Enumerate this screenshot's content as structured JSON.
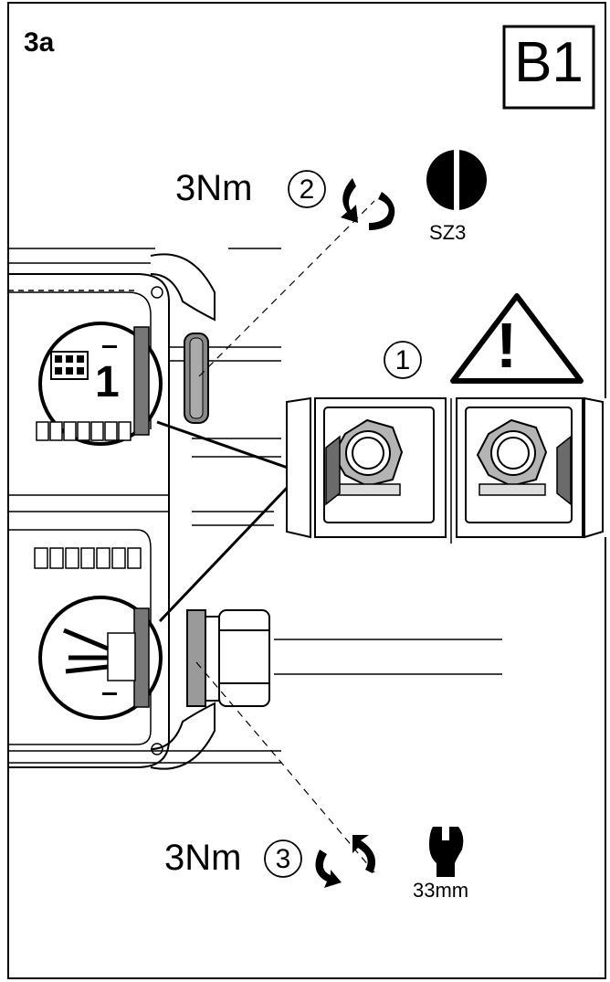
{
  "step": {
    "label": "3a"
  },
  "section": {
    "label": "B1"
  },
  "step2": {
    "number": "2",
    "torque": "3Nm",
    "tool": "SZ3",
    "tool_icon": "slotted-screwdriver-icon"
  },
  "step3": {
    "number": "3",
    "torque": "3Nm",
    "tool": "33mm",
    "tool_icon": "open-wrench-icon"
  },
  "step1": {
    "number": "1",
    "icon": "warning-triangle-icon",
    "symbol": "!"
  },
  "detail": {
    "label": "1"
  },
  "colors": {
    "line": "#000000",
    "fill": "#ffffff",
    "part_gray": "#b4b4b4",
    "dark_gray": "#6b6b6b"
  }
}
